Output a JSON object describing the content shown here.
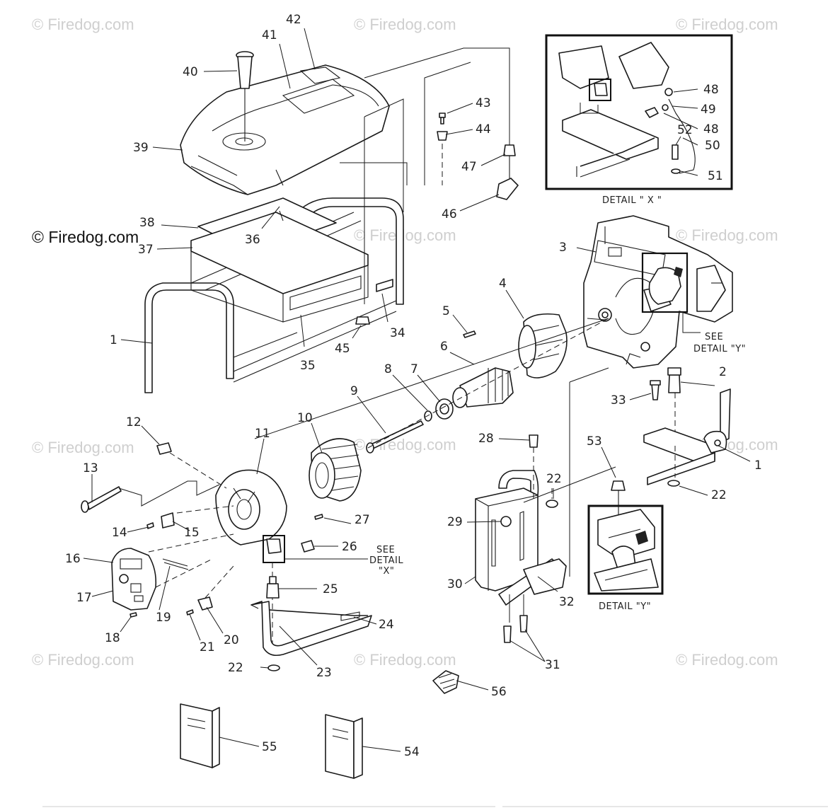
{
  "watermark_text": "© Firedog.com",
  "detail_labels": {
    "detail_x": "DETAIL  \" X \"",
    "detail_y": "DETAIL  \"Y\""
  },
  "see_detail_y": {
    "line1": "SEE",
    "line2": "DETAIL \"Y\""
  },
  "see_detail_x": {
    "line1": "SEE",
    "line2": "DETAIL",
    "line3": "\"X\""
  },
  "callouts": {
    "c1a": "1",
    "c1b": "1",
    "c2": "2",
    "c3": "3",
    "c4": "4",
    "c5": "5",
    "c6": "6",
    "c7": "7",
    "c8": "8",
    "c9": "9",
    "c10": "10",
    "c11": "11",
    "c12": "12",
    "c13": "13",
    "c14": "14",
    "c15": "15",
    "c16": "16",
    "c17": "17",
    "c18": "18",
    "c19": "19",
    "c20": "20",
    "c21": "21",
    "c22a": "22",
    "c22b": "22",
    "c22c": "22",
    "c23": "23",
    "c24": "24",
    "c25": "25",
    "c26": "26",
    "c27": "27",
    "c28": "28",
    "c29": "29",
    "c30": "30",
    "c31": "31",
    "c32": "32",
    "c33": "33",
    "c34": "34",
    "c35": "35",
    "c36": "36",
    "c37": "37",
    "c38": "38",
    "c39": "39",
    "c40": "40",
    "c41": "41",
    "c42": "42",
    "c43": "43",
    "c44": "44",
    "c45": "45",
    "c46": "46",
    "c47": "47",
    "c48a": "48",
    "c48b": "48",
    "c49": "49",
    "c50": "50",
    "c51": "51",
    "c52": "52",
    "c53": "53",
    "c54": "54",
    "c55": "55",
    "c56": "56"
  }
}
